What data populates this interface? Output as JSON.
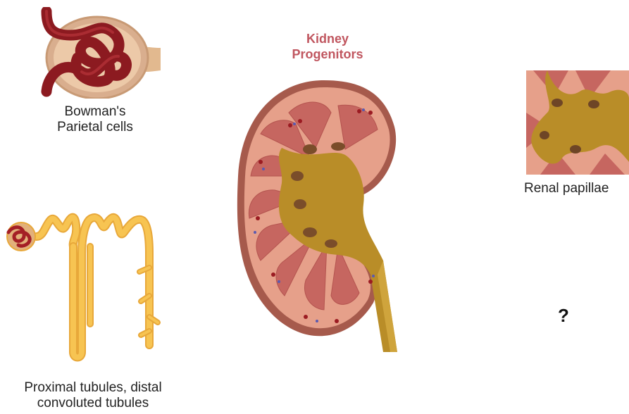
{
  "title": {
    "line1": "Kidney",
    "line2": "Progenitors",
    "color": "#c0565f"
  },
  "labels": {
    "bowman_line1": "Bowman's",
    "bowman_line2": "Parietal cells",
    "tubules_line1": "Proximal tubules, distal",
    "tubules_line2": "convoluted tubules",
    "papillae": "Renal papillae",
    "unknown": "?"
  },
  "colors": {
    "capsule": "#d4a98c",
    "vessel": "#9b1b22",
    "tubule": "#f7c452",
    "pelvis": "#b98d28",
    "cortex": "#e6a08a",
    "pyramid": "#c66660"
  }
}
